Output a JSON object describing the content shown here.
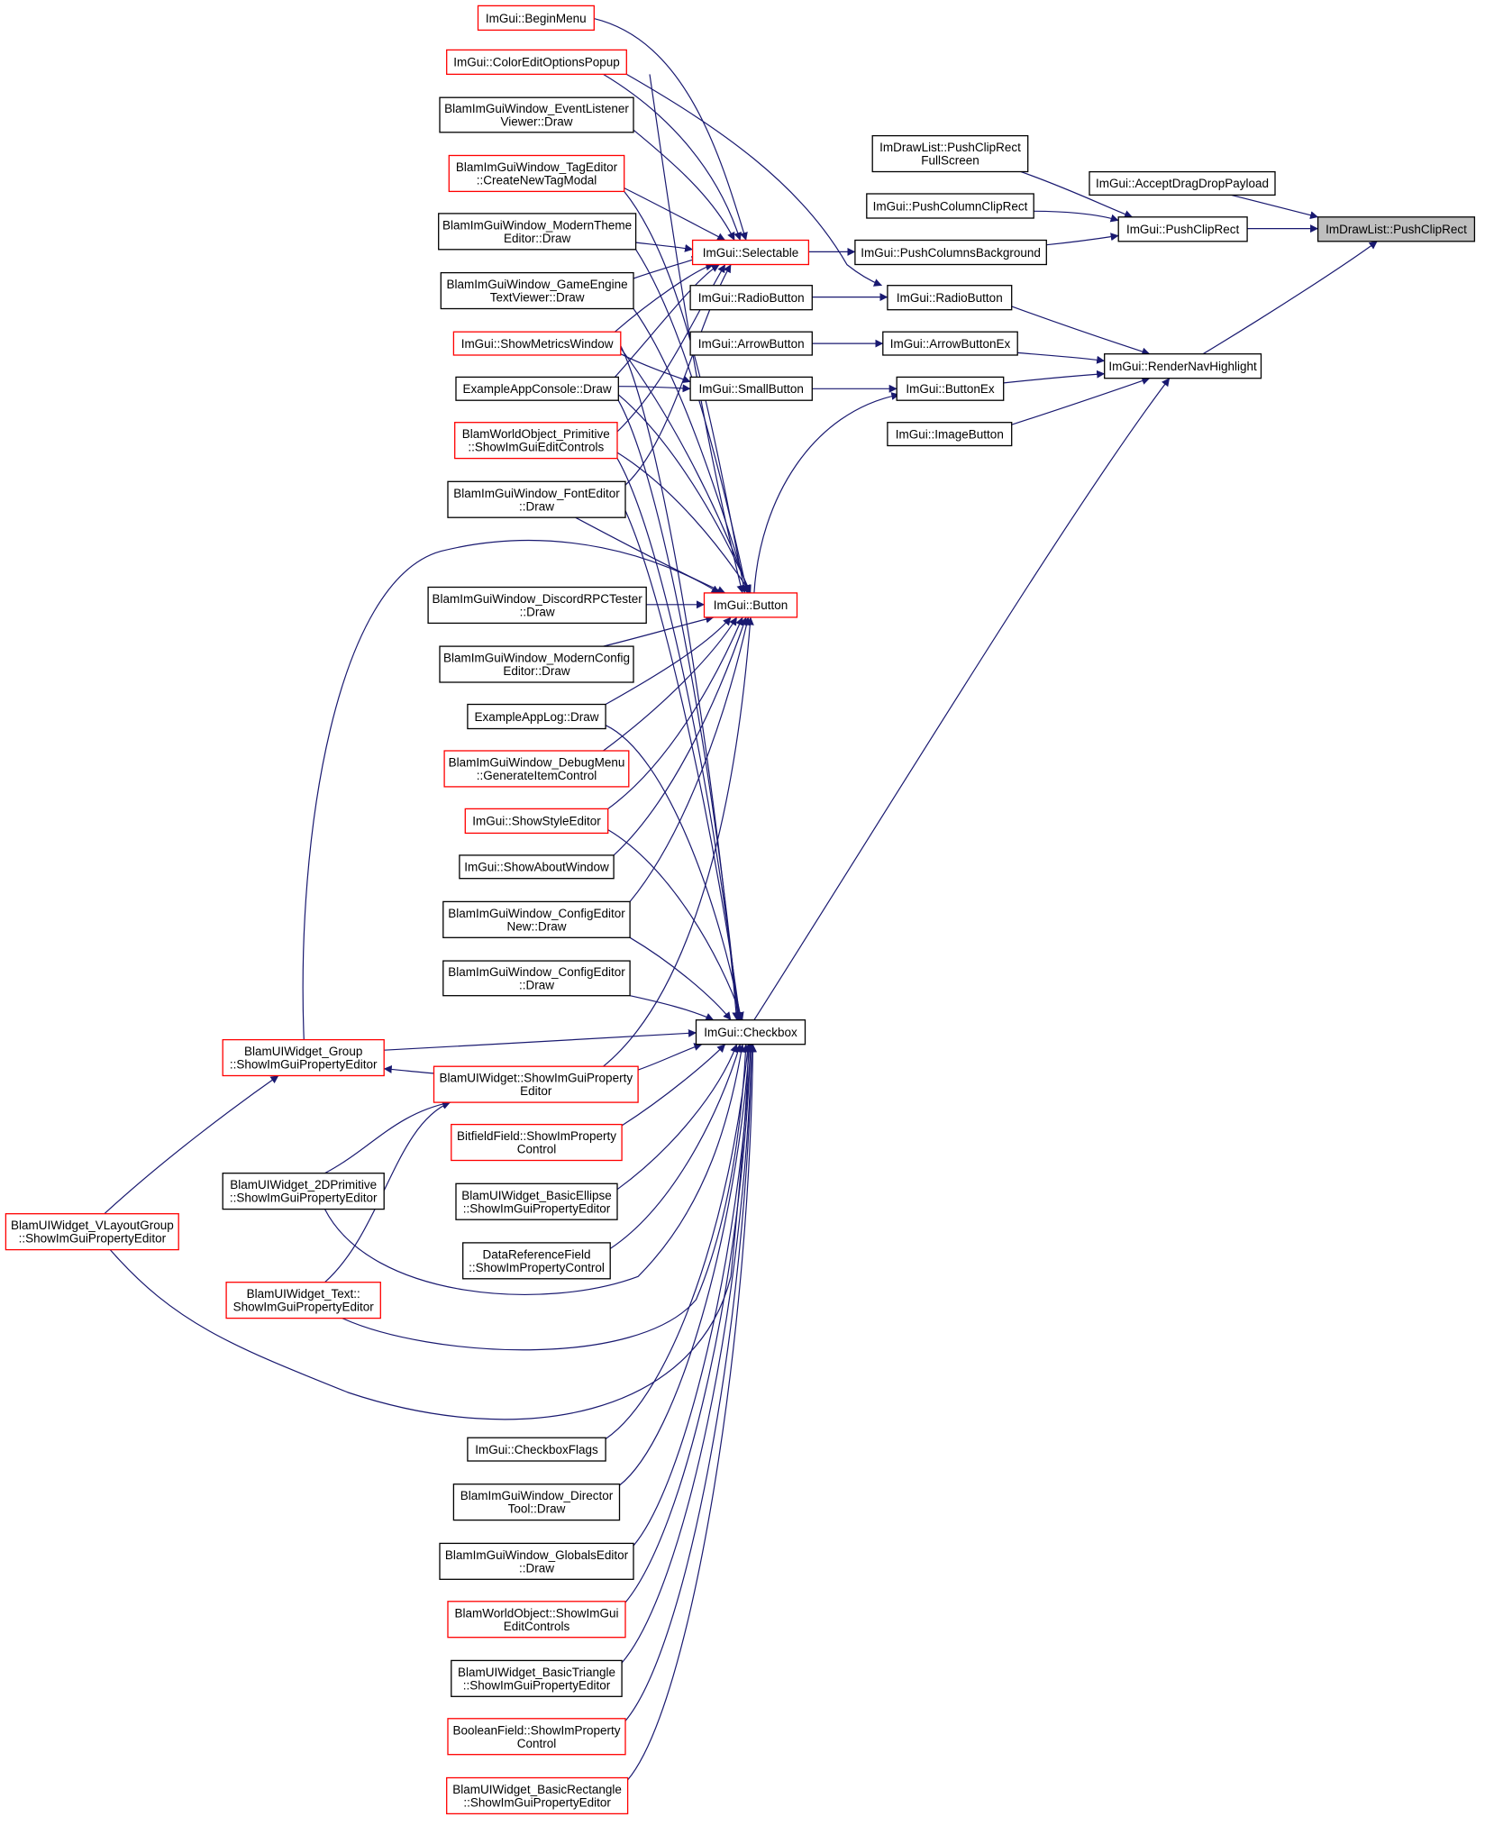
{
  "diagram": {
    "type": "call-graph",
    "colors": {
      "edge": "#191970",
      "border_normal": "#000000",
      "border_truncated": "#ff0000",
      "fill_normal": "#ffffff",
      "fill_focus": "#bfbfbf"
    },
    "nodes": {
      "pushcliprect_target": {
        "lines": [
          "ImDrawList::PushClipRect"
        ],
        "style": "focus"
      },
      "acceptdragdrop": {
        "lines": [
          "ImGui::AcceptDragDropPayload"
        ],
        "style": "normal"
      },
      "pushcliprect": {
        "lines": [
          "ImGui::PushClipRect"
        ],
        "style": "normal"
      },
      "renderhighlight": {
        "lines": [
          "ImGui::RenderNavHighlight"
        ],
        "style": "normal"
      },
      "pushcliprectfull": {
        "lines": [
          "ImDrawList::PushClipRect",
          "FullScreen"
        ],
        "style": "normal"
      },
      "pushcolumnclip": {
        "lines": [
          "ImGui::PushColumnClipRect"
        ],
        "style": "normal"
      },
      "pushcolumnsbg": {
        "lines": [
          "ImGui::PushColumnsBackground"
        ],
        "style": "normal"
      },
      "radiobutton2": {
        "lines": [
          "ImGui::RadioButton"
        ],
        "style": "normal"
      },
      "arrowbuttonex": {
        "lines": [
          "ImGui::ArrowButtonEx"
        ],
        "style": "normal"
      },
      "buttonex": {
        "lines": [
          "ImGui::ButtonEx"
        ],
        "style": "normal"
      },
      "imagebutton": {
        "lines": [
          "ImGui::ImageButton"
        ],
        "style": "normal"
      },
      "selectable": {
        "lines": [
          "ImGui::Selectable"
        ],
        "style": "truncated"
      },
      "radiobutton1": {
        "lines": [
          "ImGui::RadioButton"
        ],
        "style": "normal"
      },
      "arrowbutton": {
        "lines": [
          "ImGui::ArrowButton"
        ],
        "style": "normal"
      },
      "smallbutton": {
        "lines": [
          "ImGui::SmallButton"
        ],
        "style": "normal"
      },
      "button": {
        "lines": [
          "ImGui::Button"
        ],
        "style": "truncated"
      },
      "checkbox": {
        "lines": [
          "ImGui::Checkbox"
        ],
        "style": "normal"
      },
      "beginmenu": {
        "lines": [
          "ImGui::BeginMenu"
        ],
        "style": "truncated"
      },
      "coloredit": {
        "lines": [
          "ImGui::ColorEditOptionsPopup"
        ],
        "style": "truncated"
      },
      "eventlistener": {
        "lines": [
          "BlamImGuiWindow_EventListener",
          "Viewer::Draw"
        ],
        "style": "normal"
      },
      "tageditor": {
        "lines": [
          "BlamImGuiWindow_TagEditor",
          "::CreateNewTagModal"
        ],
        "style": "truncated"
      },
      "moderntheme": {
        "lines": [
          "BlamImGuiWindow_ModernTheme",
          "Editor::Draw"
        ],
        "style": "normal"
      },
      "gameengine": {
        "lines": [
          "BlamImGuiWindow_GameEngine",
          "TextViewer::Draw"
        ],
        "style": "normal"
      },
      "showmetrics": {
        "lines": [
          "ImGui::ShowMetricsWindow"
        ],
        "style": "truncated"
      },
      "appconsole": {
        "lines": [
          "ExampleAppConsole::Draw"
        ],
        "style": "normal"
      },
      "worldprimitive": {
        "lines": [
          "BlamWorldObject_Primitive",
          "::ShowImGuiEditControls"
        ],
        "style": "truncated"
      },
      "fonteditor": {
        "lines": [
          "BlamImGuiWindow_FontEditor",
          "::Draw"
        ],
        "style": "normal"
      },
      "discordrpc": {
        "lines": [
          "BlamImGuiWindow_DiscordRPCTester",
          "::Draw"
        ],
        "style": "normal"
      },
      "modernconfig": {
        "lines": [
          "BlamImGuiWindow_ModernConfig",
          "Editor::Draw"
        ],
        "style": "normal"
      },
      "applog": {
        "lines": [
          "ExampleAppLog::Draw"
        ],
        "style": "normal"
      },
      "debugmenu": {
        "lines": [
          "BlamImGuiWindow_DebugMenu",
          "::GenerateItemControl"
        ],
        "style": "truncated"
      },
      "styleeditor": {
        "lines": [
          "ImGui::ShowStyleEditor"
        ],
        "style": "truncated"
      },
      "aboutwindow": {
        "lines": [
          "ImGui::ShowAboutWindow"
        ],
        "style": "normal"
      },
      "configeditornew": {
        "lines": [
          "BlamImGuiWindow_ConfigEditor",
          "New::Draw"
        ],
        "style": "normal"
      },
      "configeditor": {
        "lines": [
          "BlamImGuiWindow_ConfigEditor",
          "::Draw"
        ],
        "style": "normal"
      },
      "widgetgroup": {
        "lines": [
          "BlamUIWidget_Group",
          "::ShowImGuiPropertyEditor"
        ],
        "style": "truncated"
      },
      "widgetproperty": {
        "lines": [
          "BlamUIWidget::ShowImGuiProperty",
          "Editor"
        ],
        "style": "truncated"
      },
      "bitfield": {
        "lines": [
          "BitfieldField::ShowImProperty",
          "Control"
        ],
        "style": "truncated"
      },
      "widget2d": {
        "lines": [
          "BlamUIWidget_2DPrimitive",
          "::ShowImGuiPropertyEditor"
        ],
        "style": "normal"
      },
      "basicellipse": {
        "lines": [
          "BlamUIWidget_BasicEllipse",
          "::ShowImGuiPropertyEditor"
        ],
        "style": "normal"
      },
      "vlayout": {
        "lines": [
          "BlamUIWidget_VLayoutGroup",
          "::ShowImGuiPropertyEditor"
        ],
        "style": "truncated"
      },
      "datareference": {
        "lines": [
          "DataReferenceField",
          "::ShowImPropertyControl"
        ],
        "style": "normal"
      },
      "widgettext": {
        "lines": [
          "BlamUIWidget_Text::",
          "ShowImGuiPropertyEditor"
        ],
        "style": "truncated"
      },
      "checkboxflags": {
        "lines": [
          "ImGui::CheckboxFlags"
        ],
        "style": "normal"
      },
      "directortool": {
        "lines": [
          "BlamImGuiWindow_Director",
          "Tool::Draw"
        ],
        "style": "normal"
      },
      "globalseditor": {
        "lines": [
          "BlamImGuiWindow_GlobalsEditor",
          "::Draw"
        ],
        "style": "normal"
      },
      "worldobject": {
        "lines": [
          "BlamWorldObject::ShowImGui",
          "EditControls"
        ],
        "style": "truncated"
      },
      "basictriangle": {
        "lines": [
          "BlamUIWidget_BasicTriangle",
          "::ShowImGuiPropertyEditor"
        ],
        "style": "normal"
      },
      "booleanfield": {
        "lines": [
          "BooleanField::ShowImProperty",
          "Control"
        ],
        "style": "truncated"
      },
      "basicrectangle": {
        "lines": [
          "BlamUIWidget_BasicRectangle",
          "::ShowImGuiPropertyEditor"
        ],
        "style": "truncated"
      }
    },
    "edges": [
      [
        "acceptdragdrop",
        "pushcliprect_target"
      ],
      [
        "pushcliprect",
        "pushcliprect_target"
      ],
      [
        "renderhighlight",
        "pushcliprect_target"
      ],
      [
        "pushcliprectfull",
        "pushcliprect"
      ],
      [
        "pushcolumnclip",
        "pushcliprect"
      ],
      [
        "pushcolumnsbg",
        "pushcliprect"
      ],
      [
        "radiobutton2",
        "renderhighlight"
      ],
      [
        "arrowbuttonex",
        "renderhighlight"
      ],
      [
        "buttonex",
        "renderhighlight"
      ],
      [
        "imagebutton",
        "renderhighlight"
      ],
      [
        "checkbox",
        "renderhighlight"
      ],
      [
        "selectable",
        "pushcolumnsbg"
      ],
      [
        "radiobutton1",
        "radiobutton2"
      ],
      [
        "coloredit",
        "radiobutton2"
      ],
      [
        "arrowbutton",
        "arrowbuttonex"
      ],
      [
        "smallbutton",
        "buttonex"
      ],
      [
        "button",
        "buttonex"
      ],
      [
        "beginmenu",
        "selectable"
      ],
      [
        "coloredit",
        "selectable"
      ],
      [
        "eventlistener",
        "selectable"
      ],
      [
        "tageditor",
        "selectable"
      ],
      [
        "moderntheme",
        "selectable"
      ],
      [
        "gameengine",
        "selectable"
      ],
      [
        "showmetrics",
        "selectable"
      ],
      [
        "appconsole",
        "selectable"
      ],
      [
        "worldprimitive",
        "selectable"
      ],
      [
        "fonteditor",
        "selectable"
      ],
      [
        "showmetrics",
        "smallbutton"
      ],
      [
        "appconsole",
        "smallbutton"
      ],
      [
        "coloredit",
        "button"
      ],
      [
        "tageditor",
        "button"
      ],
      [
        "moderntheme",
        "button"
      ],
      [
        "gameengine",
        "button"
      ],
      [
        "showmetrics",
        "button"
      ],
      [
        "appconsole",
        "button"
      ],
      [
        "worldprimitive",
        "button"
      ],
      [
        "fonteditor",
        "button"
      ],
      [
        "discordrpc",
        "button"
      ],
      [
        "modernconfig",
        "button"
      ],
      [
        "applog",
        "button"
      ],
      [
        "debugmenu",
        "button"
      ],
      [
        "styleeditor",
        "button"
      ],
      [
        "aboutwindow",
        "button"
      ],
      [
        "configeditornew",
        "button"
      ],
      [
        "widgetgroup",
        "button"
      ],
      [
        "widgetproperty",
        "button"
      ],
      [
        "showmetrics",
        "checkbox"
      ],
      [
        "appconsole",
        "checkbox"
      ],
      [
        "worldprimitive",
        "checkbox"
      ],
      [
        "fonteditor",
        "checkbox"
      ],
      [
        "applog",
        "checkbox"
      ],
      [
        "styleeditor",
        "checkbox"
      ],
      [
        "configeditornew",
        "checkbox"
      ],
      [
        "configeditor",
        "checkbox"
      ],
      [
        "widgetgroup",
        "checkbox"
      ],
      [
        "widgetproperty",
        "checkbox"
      ],
      [
        "bitfield",
        "checkbox"
      ],
      [
        "widget2d",
        "checkbox"
      ],
      [
        "basicellipse",
        "checkbox"
      ],
      [
        "datareference",
        "checkbox"
      ],
      [
        "widgettext",
        "checkbox"
      ],
      [
        "vlayout",
        "checkbox"
      ],
      [
        "checkboxflags",
        "checkbox"
      ],
      [
        "directortool",
        "checkbox"
      ],
      [
        "globalseditor",
        "checkbox"
      ],
      [
        "worldobject",
        "checkbox"
      ],
      [
        "basictriangle",
        "checkbox"
      ],
      [
        "booleanfield",
        "checkbox"
      ],
      [
        "basicrectangle",
        "checkbox"
      ],
      [
        "widget2d",
        "widgetproperty"
      ],
      [
        "widgettext",
        "widgetproperty"
      ],
      [
        "vlayout",
        "widgetgroup"
      ],
      [
        "widgetproperty",
        "widgetgroup"
      ]
    ]
  }
}
